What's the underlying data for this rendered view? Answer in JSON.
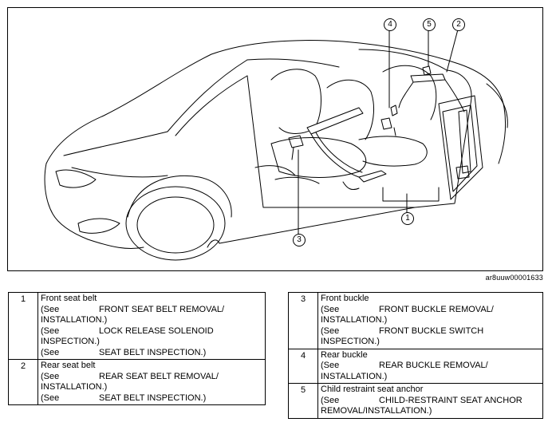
{
  "figure": {
    "callouts": [
      "1",
      "2",
      "3",
      "4",
      "5"
    ],
    "code": "ar8uuw00001633"
  },
  "items": [
    {
      "num": "1",
      "title": "Front seat belt",
      "lines": [
        {
          "see": "(See",
          "text": "FRONT SEAT BELT REMOVAL/"
        },
        {
          "see": "",
          "text": "INSTALLATION.)"
        },
        {
          "see": "(See",
          "text": "LOCK RELEASE SOLENOID"
        },
        {
          "see": "",
          "text": "INSPECTION.)"
        },
        {
          "see": "(See",
          "text": "SEAT BELT INSPECTION.)"
        }
      ]
    },
    {
      "num": "2",
      "title": "Rear seat belt",
      "lines": [
        {
          "see": "(See",
          "text": "REAR SEAT BELT REMOVAL/"
        },
        {
          "see": "",
          "text": "INSTALLATION.)"
        },
        {
          "see": "(See",
          "text": "SEAT BELT INSPECTION.)"
        }
      ]
    },
    {
      "num": "3",
      "title": "Front buckle",
      "lines": [
        {
          "see": "(See",
          "text": "FRONT BUCKLE REMOVAL/"
        },
        {
          "see": "",
          "text": "INSTALLATION.)"
        },
        {
          "see": "(See",
          "text": "FRONT BUCKLE SWITCH"
        },
        {
          "see": "",
          "text": "INSPECTION.)"
        }
      ]
    },
    {
      "num": "4",
      "title": "Rear buckle",
      "lines": [
        {
          "see": "(See",
          "text": "REAR BUCKLE REMOVAL/"
        },
        {
          "see": "",
          "text": "INSTALLATION.)"
        }
      ]
    },
    {
      "num": "5",
      "title": "Child restraint seat anchor",
      "lines": [
        {
          "see": "(See",
          "text": "CHILD-RESTRAINT SEAT ANCHOR"
        },
        {
          "see": "",
          "text": "REMOVAL/INSTALLATION.)"
        }
      ]
    }
  ]
}
